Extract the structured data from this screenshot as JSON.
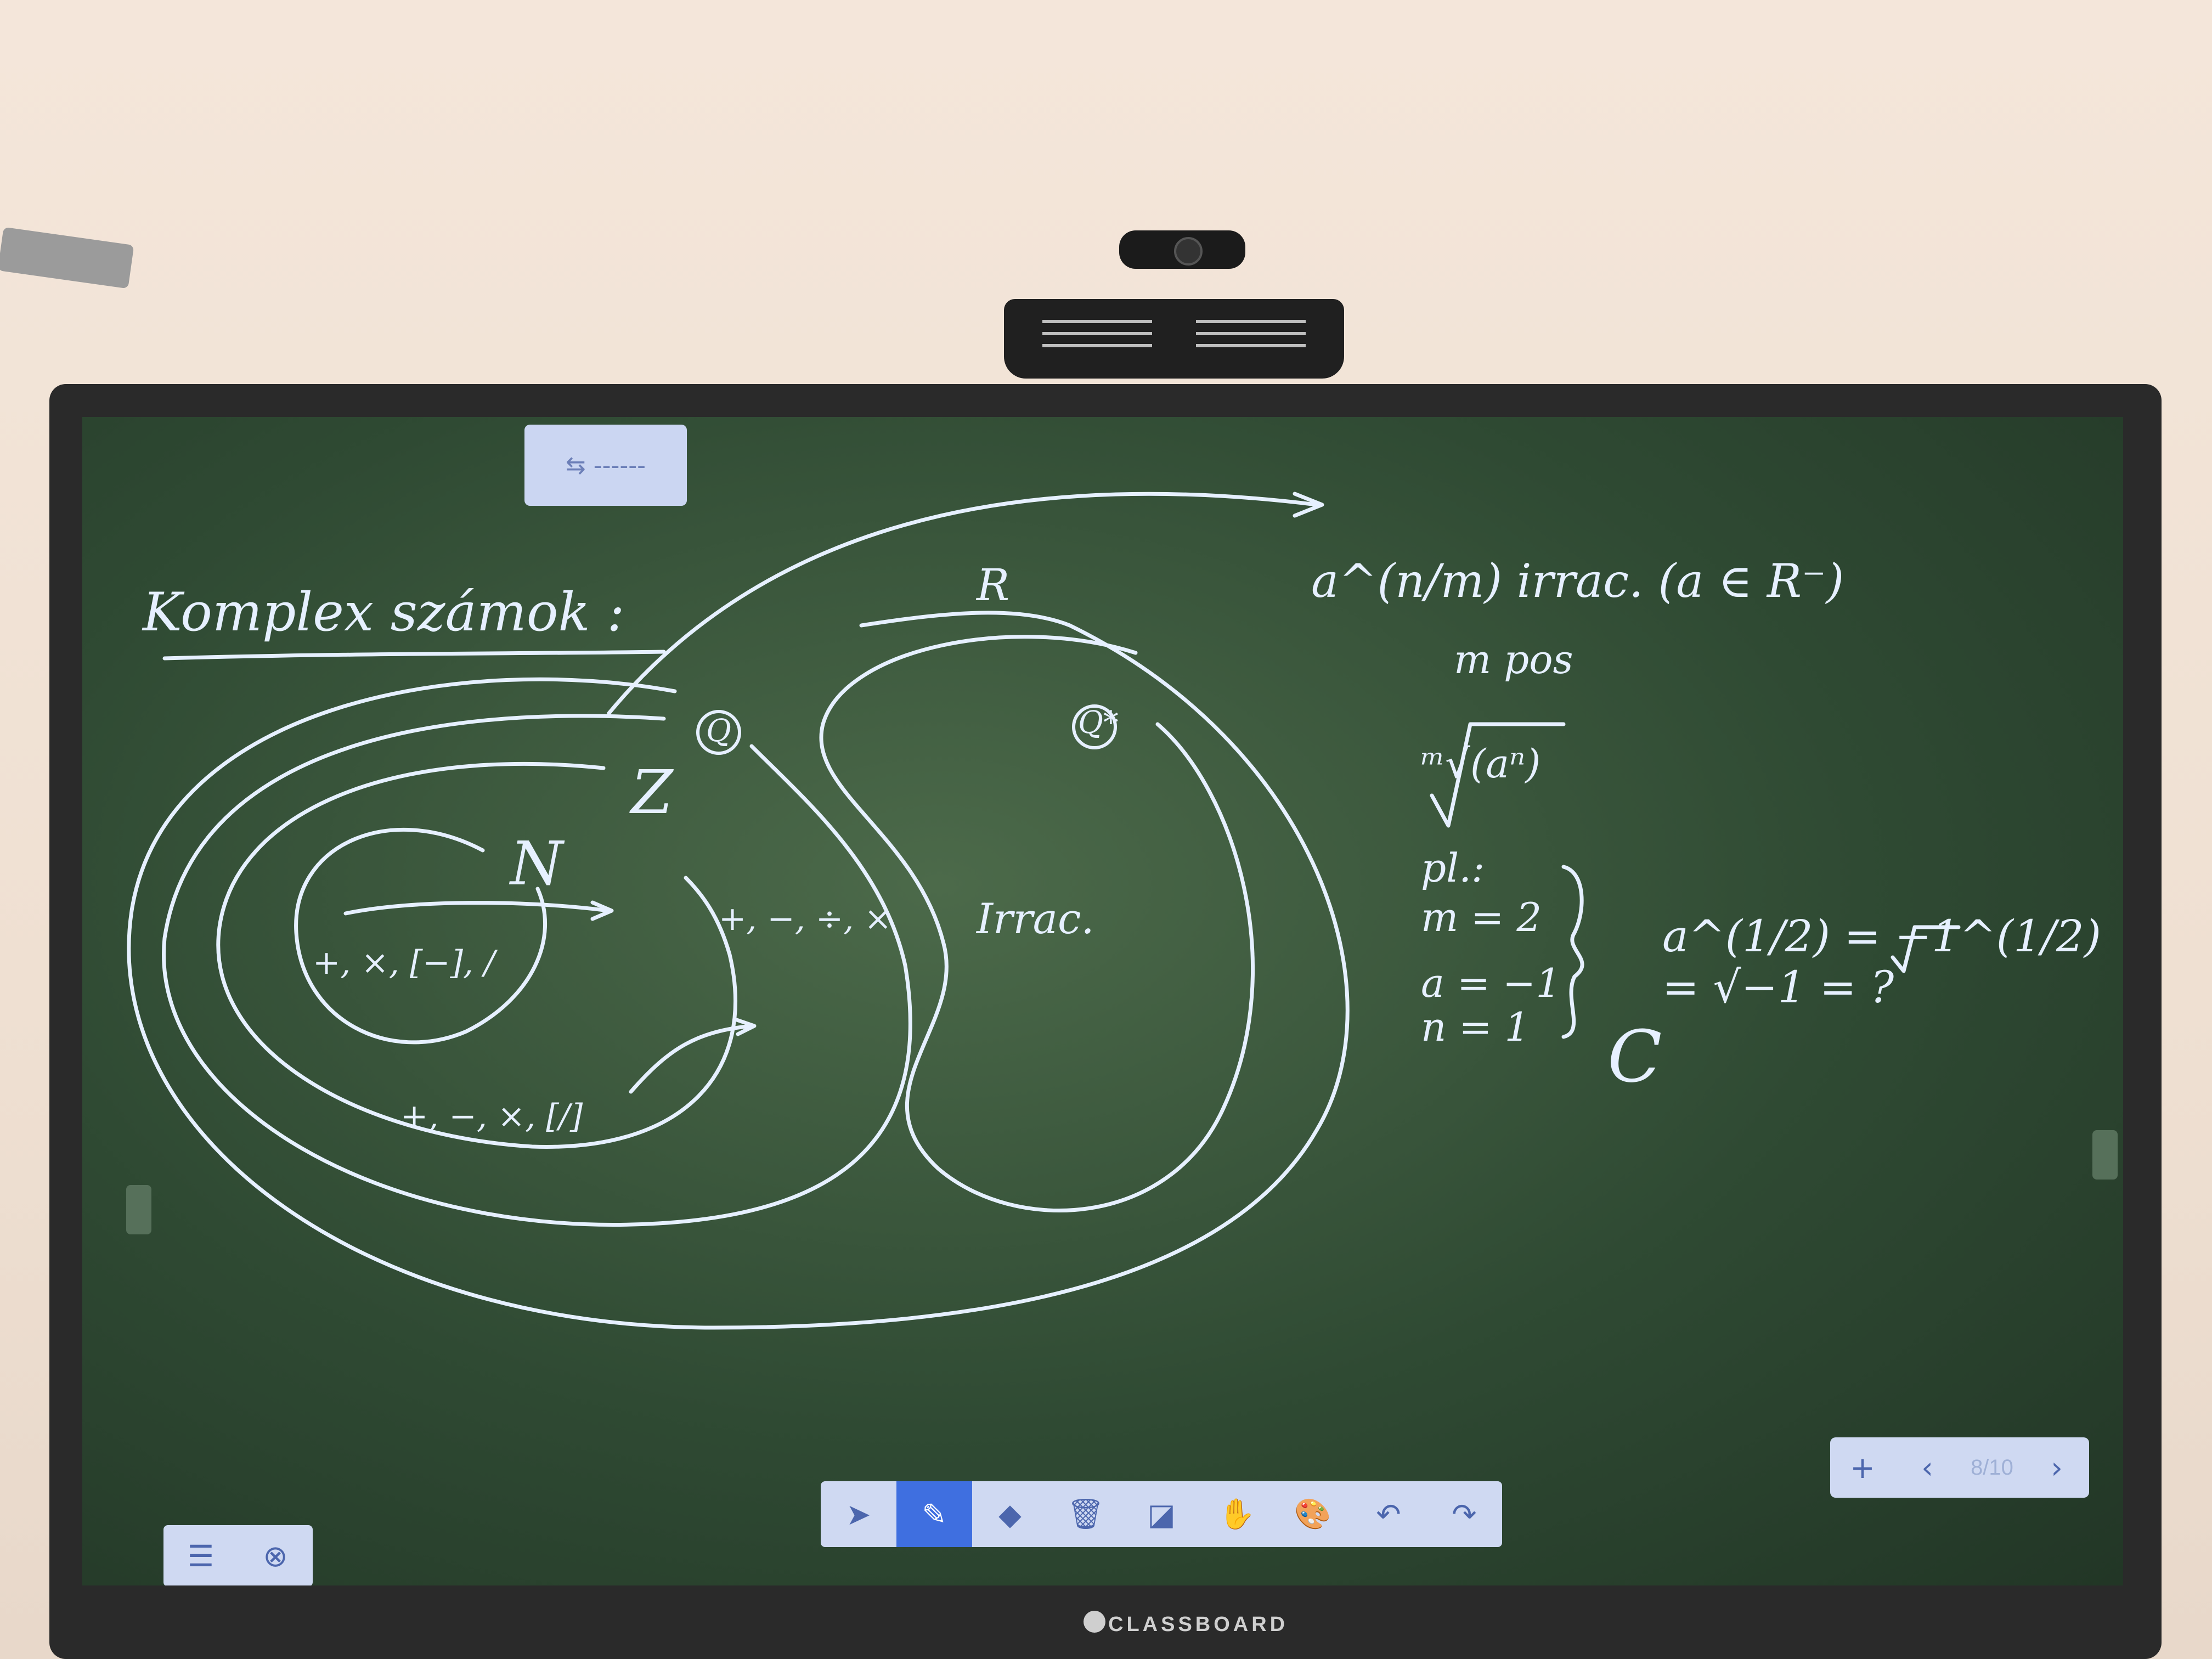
{
  "whiteboard": {
    "heading": "Komplex számok :",
    "set_labels": {
      "naturals": "N",
      "integers": "Z",
      "rationals": "Q",
      "reals": "R",
      "irrationals": "Q*",
      "irrational_region": "Irrac."
    },
    "operations": {
      "naturals": "+, ×, [−], /",
      "integers": "+, −, ×, [/]",
      "rationals": "+, −, ÷, ×"
    },
    "notes": {
      "power_line": "a^(n/m) irrac. (a ∈ R⁻)",
      "m_pos": "m pos",
      "root": "ᵐ√(aⁿ)",
      "example_label": "pl.:",
      "example_m": "m = 2",
      "example_a": "a = −1",
      "example_n": "n = 1",
      "example_result": "a^(1/2) = −1^(1/2) = √−1 = ?",
      "complex_symbol": "C"
    },
    "ink_color": "#e6f0ff"
  },
  "toolbar": {
    "tools": [
      {
        "name": "select-tool",
        "icon": "cursor-icon",
        "glyph": "➤",
        "active": false
      },
      {
        "name": "pen-tool",
        "icon": "pen-icon",
        "glyph": "✎",
        "active": true
      },
      {
        "name": "eraser-tool",
        "icon": "eraser-icon",
        "glyph": "◆",
        "active": false
      },
      {
        "name": "delete-tool",
        "icon": "trash-icon",
        "glyph": "🗑",
        "active": false
      },
      {
        "name": "shape-tool",
        "icon": "shapes-icon",
        "glyph": "◪",
        "active": false
      },
      {
        "name": "hand-tool",
        "icon": "hand-icon",
        "glyph": "✋",
        "active": false
      },
      {
        "name": "color-tool",
        "icon": "palette-icon",
        "glyph": "🎨",
        "active": false
      },
      {
        "name": "undo-tool",
        "icon": "undo-icon",
        "glyph": "↶",
        "active": false
      },
      {
        "name": "redo-tool",
        "icon": "redo-icon",
        "glyph": "↷",
        "active": false
      }
    ],
    "accent": "#3f6fe0"
  },
  "top_chip": {
    "icon": "toggle-icon",
    "glyph": "⇆ ------"
  },
  "left_panel": {
    "menu_glyph": "☰",
    "close_glyph": "⊗"
  },
  "page_nav": {
    "add_glyph": "+",
    "prev_glyph": "‹",
    "page": "8/10",
    "next_glyph": "›"
  },
  "monitor": {
    "brand": "CLASSBOARD"
  }
}
